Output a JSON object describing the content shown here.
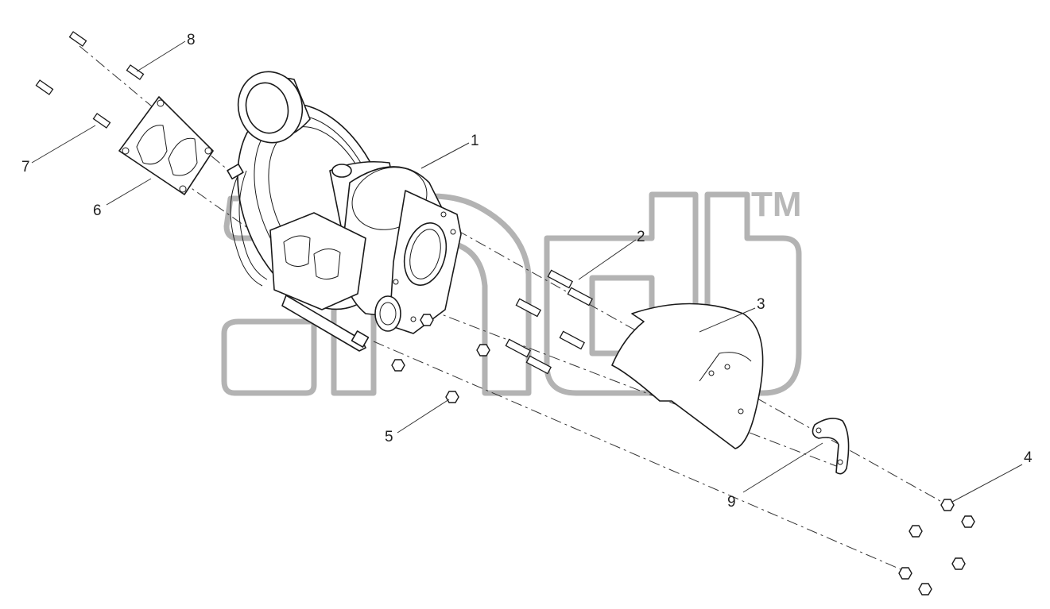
{
  "diagram": {
    "callouts": [
      {
        "id": "1",
        "label": "1"
      },
      {
        "id": "2",
        "label": "2"
      },
      {
        "id": "3",
        "label": "3"
      },
      {
        "id": "4",
        "label": "4"
      },
      {
        "id": "5",
        "label": "5"
      },
      {
        "id": "6",
        "label": "6"
      },
      {
        "id": "7",
        "label": "7"
      },
      {
        "id": "8",
        "label": "8"
      },
      {
        "id": "9",
        "label": "9"
      }
    ],
    "watermark": {
      "trademark": "TM"
    },
    "colors": {
      "line": "#1a1a1a",
      "watermark": "#b3b3b3",
      "background": "#ffffff"
    }
  }
}
